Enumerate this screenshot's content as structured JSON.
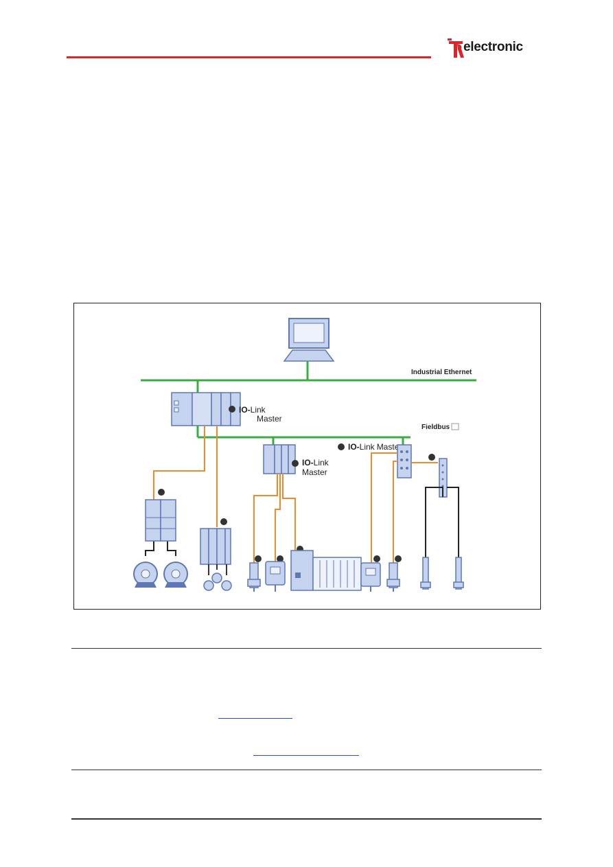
{
  "header": {
    "logo_text": "electronic",
    "logo_mark": "TR"
  },
  "figure": {
    "industrial_ethernet": "Industrial Ethernet",
    "fieldbus": "Fieldbus",
    "io_prefix": "IO-",
    "io_link": "Link",
    "master": "Master"
  },
  "colors": {
    "brand_red": "#d7262c",
    "ethernet_green": "#3bab45",
    "io_link_orange": "#ef8a2c",
    "device_blue": "#c5d3ee",
    "device_outline": "#5f77b3"
  }
}
